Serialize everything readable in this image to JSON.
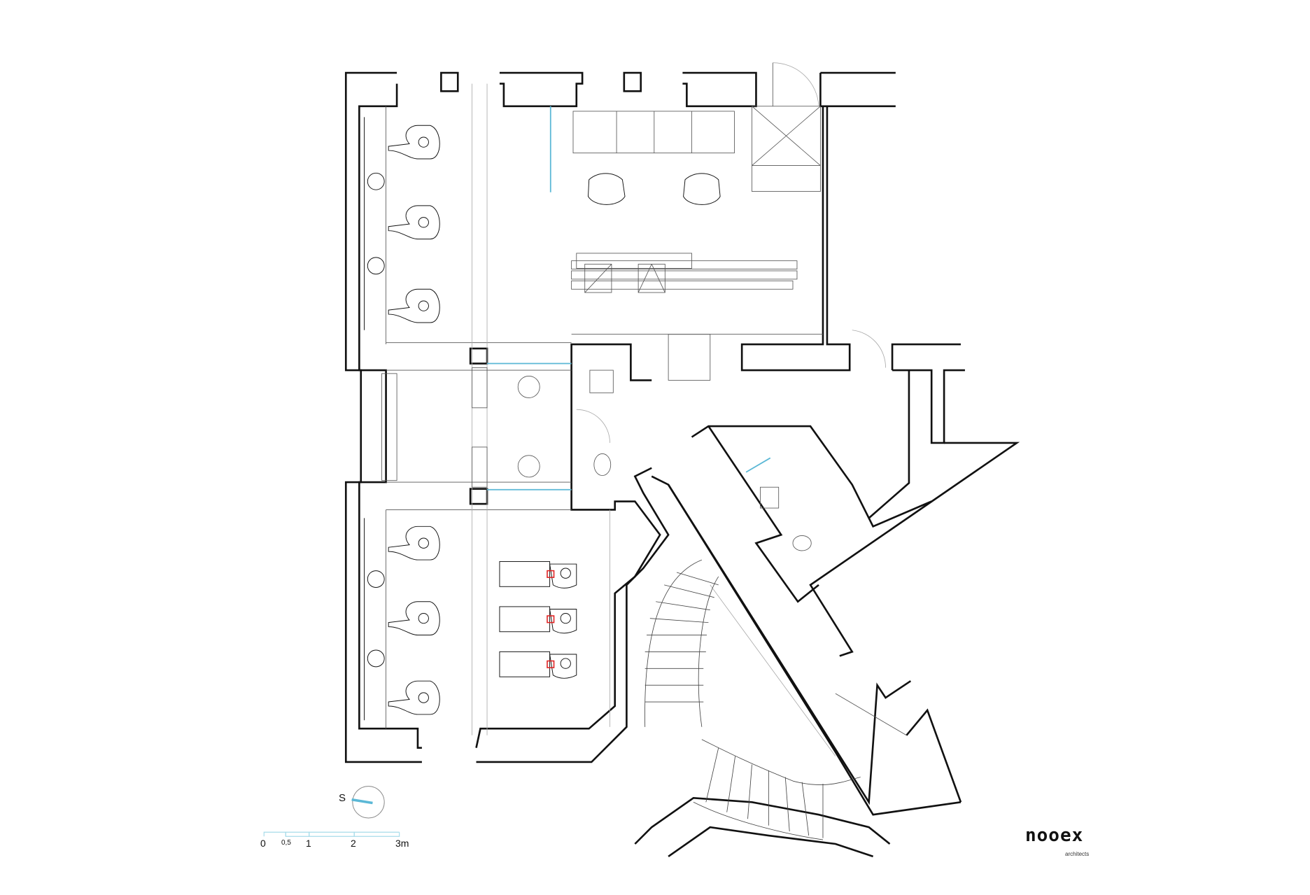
{
  "plan": {
    "type": "architectural floor plan",
    "orientation_label": "S",
    "scale_bar": {
      "ticks": [
        "0",
        "0,5",
        "1",
        "2",
        "3m"
      ]
    },
    "accent_color": "#5bb8d6",
    "fixture_marker_color": "#e02020"
  },
  "logo": {
    "name": "nooex",
    "subtitle": "architects"
  }
}
